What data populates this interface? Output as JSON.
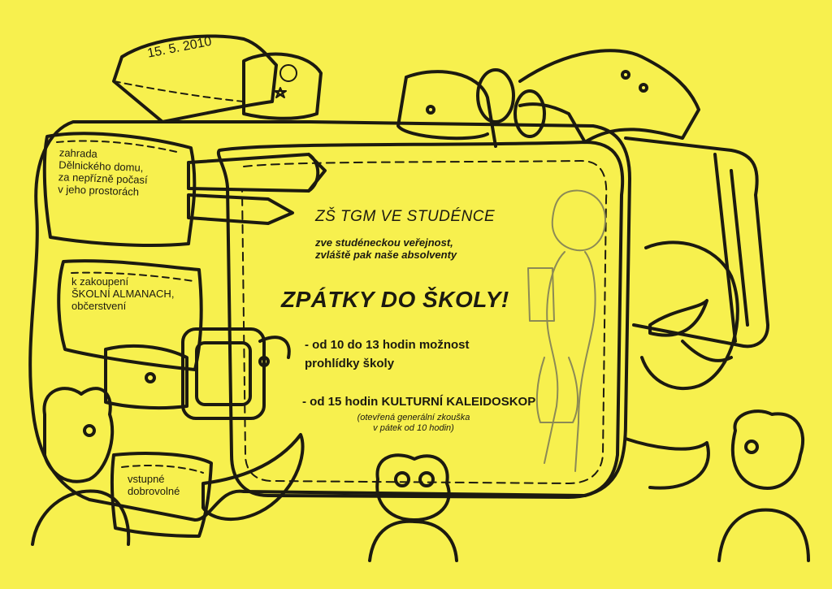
{
  "date": "15. 5. 2010",
  "tags": {
    "venue_lines": [
      "zahrada",
      "Dělnického domu,",
      "za nepřízně počasí",
      "v jeho prostorách"
    ],
    "sale_lines": [
      "k zakoupení",
      "ŠKOLNÍ ALMANACH,",
      "občerstvení"
    ],
    "entry_lines": [
      "vstupné",
      "dobrovolné"
    ]
  },
  "main": {
    "school": "ZŠ TGM VE STUDÉNCE",
    "invite_lines": [
      "zve studéneckou veřejnost,",
      "zvláště pak naše absolventy"
    ],
    "headline": "ZPÁTKY DO ŠKOLY!",
    "program_1_lines": [
      "- od 10 do 13 hodin možnost",
      "prohlídky školy"
    ],
    "program_2": "- od 15 hodin KULTURNÍ KALEIDOSKOP",
    "program_2_note_lines": [
      "(otevřená generální zkouška",
      "v pátek od 10 hodin)"
    ]
  },
  "colors": {
    "paper": "#f7f04e",
    "ink": "#1c1a10",
    "faint_ink": "#8c8a55"
  }
}
